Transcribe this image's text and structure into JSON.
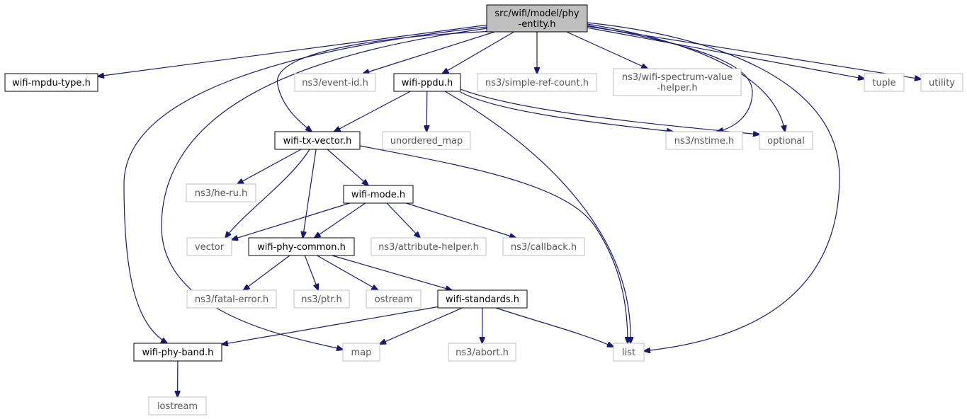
{
  "diagram": {
    "title": "",
    "nodes": [
      {
        "id": "root",
        "lines": [
          "src/wifi/model/phy",
          "-entity.h"
        ],
        "kind": "root"
      },
      {
        "id": "mpdu_type",
        "lines": [
          "wifi-mpdu-type.h"
        ],
        "kind": "internal"
      },
      {
        "id": "event_id",
        "lines": [
          "ns3/event-id.h"
        ],
        "kind": "external"
      },
      {
        "id": "ppdu",
        "lines": [
          "wifi-ppdu.h"
        ],
        "kind": "internal"
      },
      {
        "id": "simple_ref",
        "lines": [
          "ns3/simple-ref-count.h"
        ],
        "kind": "external"
      },
      {
        "id": "spectrum",
        "lines": [
          "ns3/wifi-spectrum-value",
          "-helper.h"
        ],
        "kind": "external"
      },
      {
        "id": "tuple",
        "lines": [
          "tuple"
        ],
        "kind": "external"
      },
      {
        "id": "utility",
        "lines": [
          "utility"
        ],
        "kind": "external"
      },
      {
        "id": "tx_vector",
        "lines": [
          "wifi-tx-vector.h"
        ],
        "kind": "internal"
      },
      {
        "id": "unordered_map",
        "lines": [
          "unordered_map"
        ],
        "kind": "external"
      },
      {
        "id": "nstime",
        "lines": [
          "ns3/nstime.h"
        ],
        "kind": "external"
      },
      {
        "id": "optional",
        "lines": [
          "optional"
        ],
        "kind": "external"
      },
      {
        "id": "he_ru",
        "lines": [
          "ns3/he-ru.h"
        ],
        "kind": "external"
      },
      {
        "id": "mode",
        "lines": [
          "wifi-mode.h"
        ],
        "kind": "internal"
      },
      {
        "id": "vector",
        "lines": [
          "vector"
        ],
        "kind": "external"
      },
      {
        "id": "phy_common",
        "lines": [
          "wifi-phy-common.h"
        ],
        "kind": "internal"
      },
      {
        "id": "attr_helper",
        "lines": [
          "ns3/attribute-helper.h"
        ],
        "kind": "external"
      },
      {
        "id": "callback",
        "lines": [
          "ns3/callback.h"
        ],
        "kind": "external"
      },
      {
        "id": "fatal_error",
        "lines": [
          "ns3/fatal-error.h"
        ],
        "kind": "external"
      },
      {
        "id": "ptr",
        "lines": [
          "ns3/ptr.h"
        ],
        "kind": "external"
      },
      {
        "id": "ostream",
        "lines": [
          "ostream"
        ],
        "kind": "external"
      },
      {
        "id": "standards",
        "lines": [
          "wifi-standards.h"
        ],
        "kind": "internal"
      },
      {
        "id": "phy_band",
        "lines": [
          "wifi-phy-band.h"
        ],
        "kind": "internal"
      },
      {
        "id": "map",
        "lines": [
          "map"
        ],
        "kind": "external"
      },
      {
        "id": "abort",
        "lines": [
          "ns3/abort.h"
        ],
        "kind": "external"
      },
      {
        "id": "list",
        "lines": [
          "list"
        ],
        "kind": "external"
      },
      {
        "id": "iostream",
        "lines": [
          "iostream"
        ],
        "kind": "external"
      }
    ],
    "edges": [
      [
        "root",
        "mpdu_type"
      ],
      [
        "root",
        "phy_band"
      ],
      [
        "root",
        "map"
      ],
      [
        "root",
        "tx_vector"
      ],
      [
        "root",
        "event_id"
      ],
      [
        "root",
        "ppdu"
      ],
      [
        "root",
        "simple_ref"
      ],
      [
        "root",
        "spectrum"
      ],
      [
        "root",
        "nstime"
      ],
      [
        "root",
        "optional"
      ],
      [
        "root",
        "list"
      ],
      [
        "root",
        "tuple"
      ],
      [
        "root",
        "utility"
      ],
      [
        "ppdu",
        "tx_vector"
      ],
      [
        "ppdu",
        "unordered_map"
      ],
      [
        "ppdu",
        "nstime"
      ],
      [
        "ppdu",
        "optional"
      ],
      [
        "ppdu",
        "list"
      ],
      [
        "tx_vector",
        "he_ru"
      ],
      [
        "tx_vector",
        "mode"
      ],
      [
        "tx_vector",
        "vector"
      ],
      [
        "tx_vector",
        "phy_common"
      ],
      [
        "tx_vector",
        "list"
      ],
      [
        "mode",
        "vector"
      ],
      [
        "mode",
        "phy_common"
      ],
      [
        "mode",
        "attr_helper"
      ],
      [
        "mode",
        "callback"
      ],
      [
        "phy_common",
        "fatal_error"
      ],
      [
        "phy_common",
        "ptr"
      ],
      [
        "phy_common",
        "ostream"
      ],
      [
        "phy_common",
        "standards"
      ],
      [
        "standards",
        "phy_band"
      ],
      [
        "standards",
        "map"
      ],
      [
        "standards",
        "abort"
      ],
      [
        "standards",
        "list"
      ],
      [
        "phy_band",
        "iostream"
      ]
    ]
  }
}
